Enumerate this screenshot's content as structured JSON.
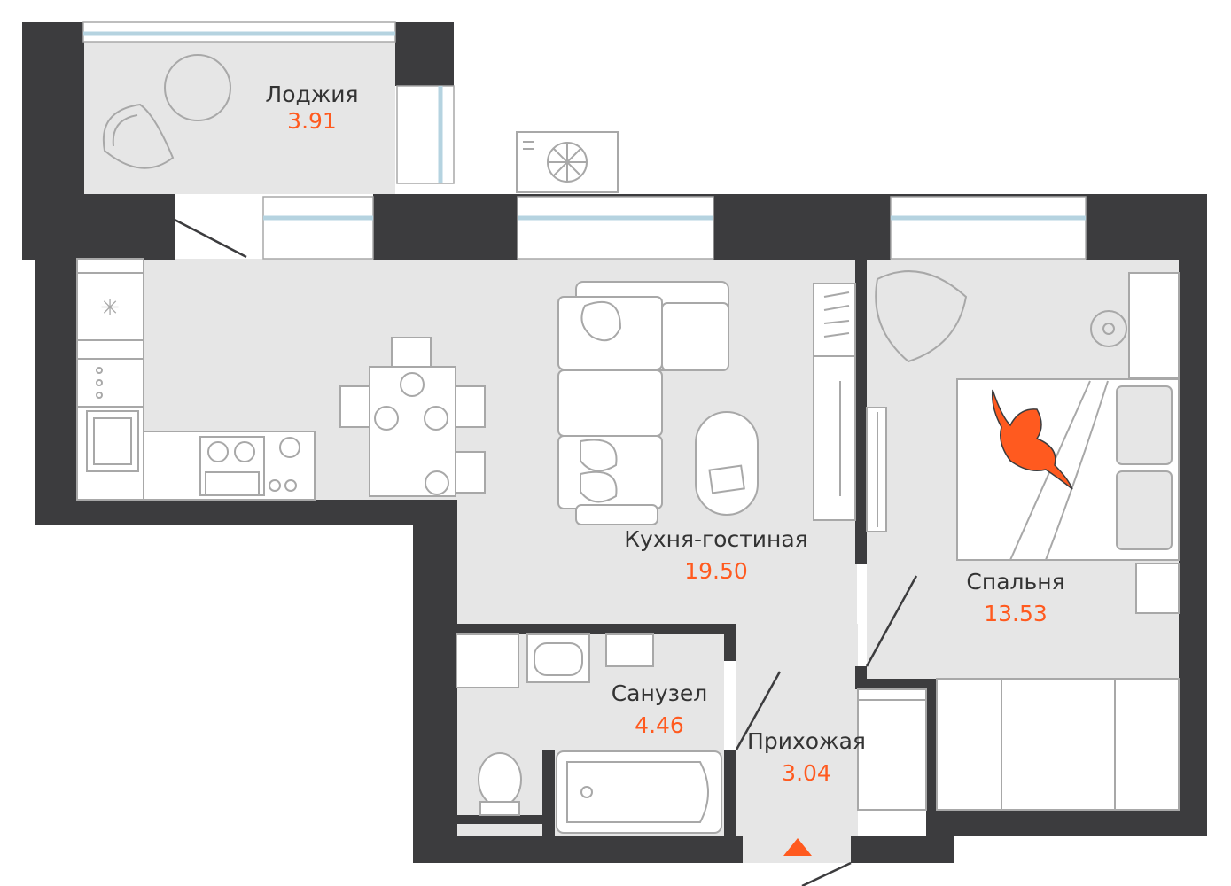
{
  "colors": {
    "wall": "#3c3c3e",
    "floor": "#e6e6e6",
    "furniture_stroke": "#a8a8a8",
    "window_glass": "#b5d3e0",
    "accent": "#ff5a1f",
    "text": "#333333"
  },
  "rooms": [
    {
      "id": "loggia",
      "name": "Лоджия",
      "area": "3.91"
    },
    {
      "id": "kitchen-living",
      "name": "Кухня-гостиная",
      "area": "19.50"
    },
    {
      "id": "bedroom",
      "name": "Спальня",
      "area": "13.53"
    },
    {
      "id": "bathroom",
      "name": "Санузел",
      "area": "4.46"
    },
    {
      "id": "hallway",
      "name": "Прихожая",
      "area": "3.04"
    }
  ],
  "entrance_marker": "entrance-arrow-icon"
}
